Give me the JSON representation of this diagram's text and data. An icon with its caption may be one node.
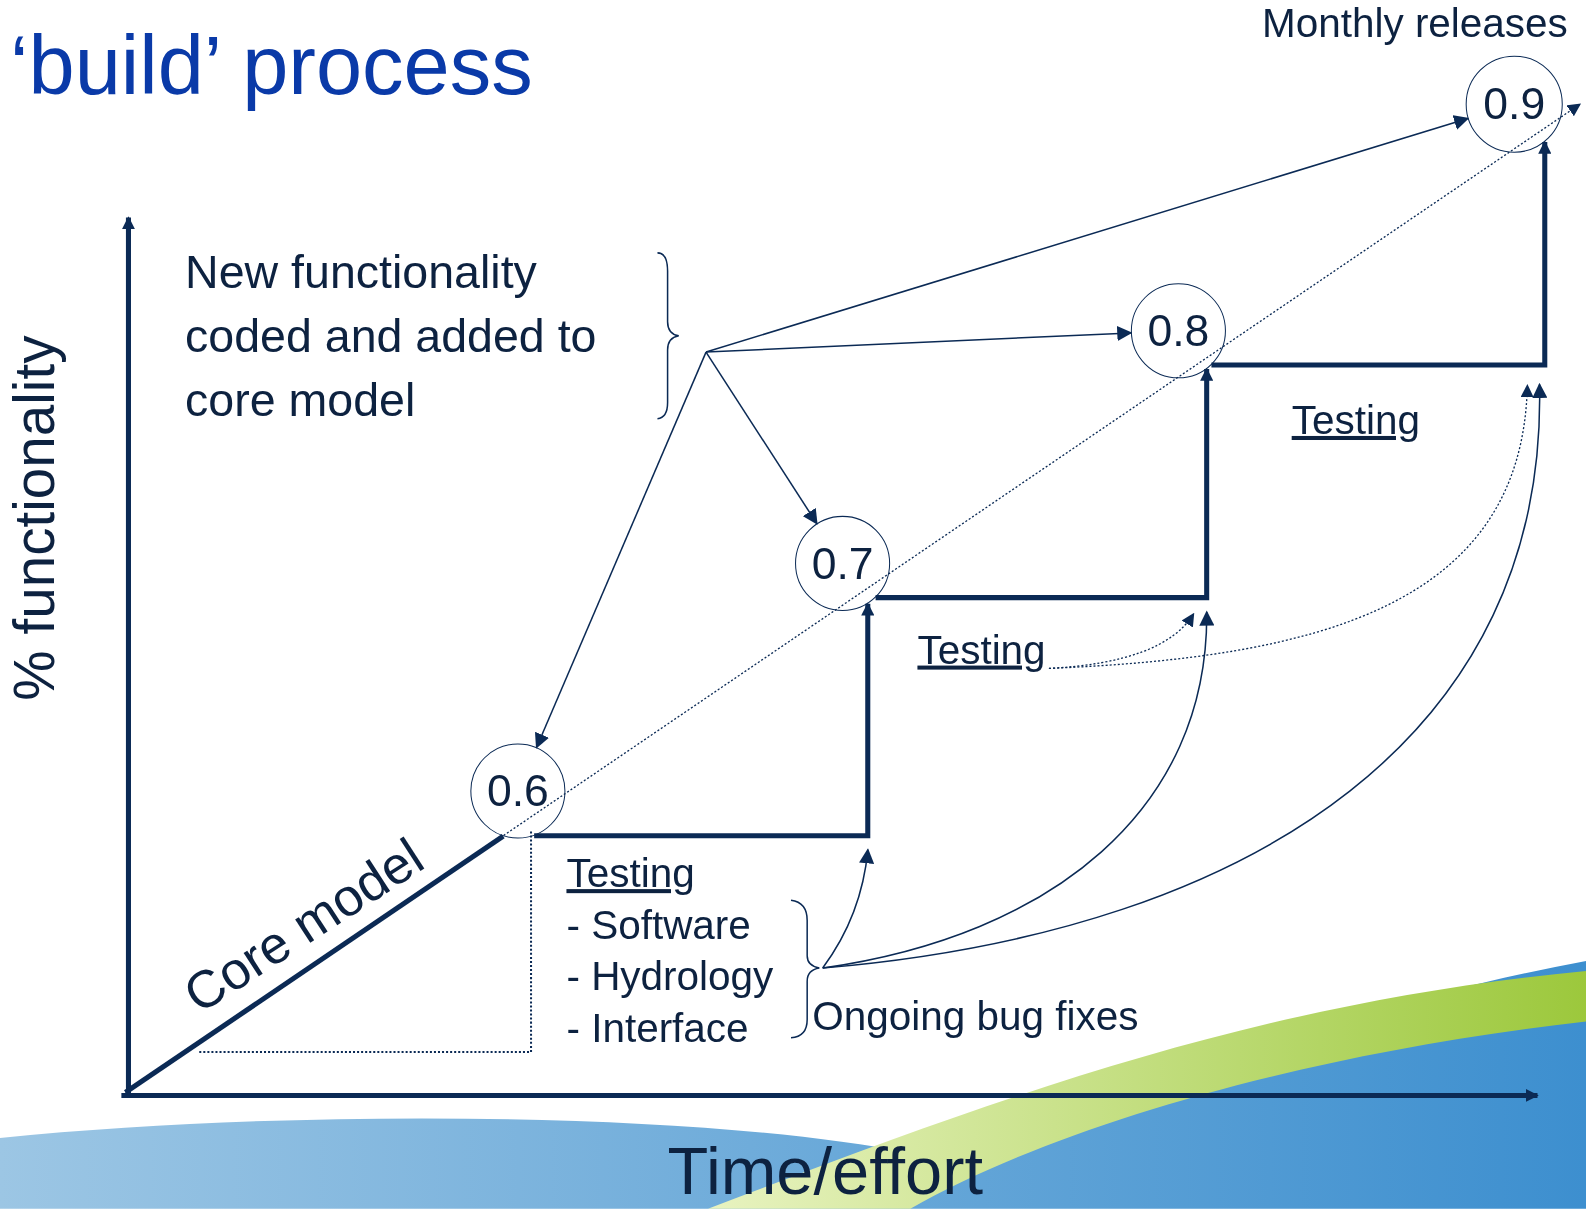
{
  "diagram": {
    "title": "‘build’ process",
    "nodes": [
      {
        "text": [
          "New functionality coded and added to core model"
        ]
      },
      {
        "text": [
          "0.6"
        ]
      },
      {
        "text": [
          "0.7"
        ]
      },
      {
        "text": [
          "0.8"
        ]
      },
      {
        "text": [
          "0.9"
        ]
      },
      {
        "text": [
          "Ongoing bug fixes"
        ]
      },
      {
        "text": [
          "Testing"
        ]
      }
    ],
    "edges": [
      {
        "from": null,
        "to": 1,
        "arrow": "none",
        "style": "thick",
        "label": "Core model"
      },
      {
        "from": 1,
        "to": 2,
        "arrow": "to",
        "style": "thick"
      },
      {
        "from": 2,
        "to": 3,
        "arrow": "to",
        "style": "thick"
      },
      {
        "from": 3,
        "to": 4,
        "arrow": "to",
        "style": "thick"
      },
      {
        "from": 0,
        "to": 1,
        "arrow": "to"
      },
      {
        "from": 0,
        "to": 2,
        "arrow": "to"
      },
      {
        "from": 0,
        "to": 3,
        "arrow": "to"
      },
      {
        "from": 0,
        "to": 4,
        "arrow": "to"
      },
      {
        "from": 5,
        "to": null,
        "arrow": "to"
      },
      {
        "from": 5,
        "to": null,
        "arrow": "to"
      },
      {
        "from": 5,
        "to": null,
        "arrow": "to"
      },
      {
        "from": 6,
        "to": null,
        "arrow": "to",
        "style": "dashed"
      },
      {
        "from": 6,
        "to": null,
        "arrow": "to",
        "style": "dashed"
      }
    ],
    "labels": [
      "Monthly releases",
      "% functionality",
      "Testing",
      "Testing",
      "- Software",
      "- Hydrology",
      "- Interface",
      "Time/effort"
    ]
  }
}
